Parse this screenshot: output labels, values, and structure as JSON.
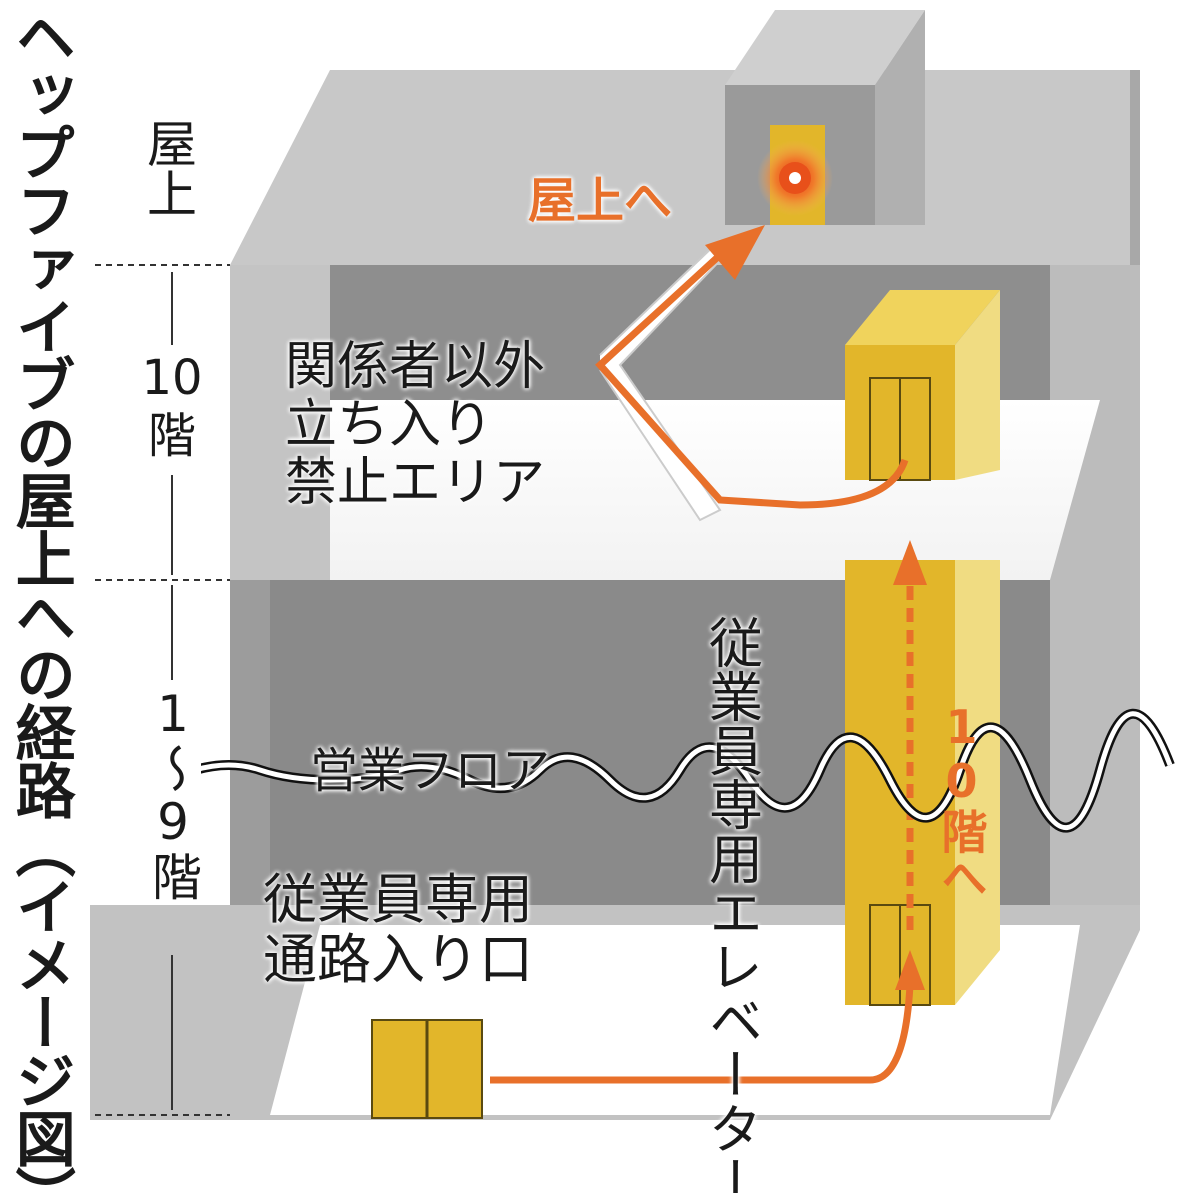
{
  "title": "ヘップファイブの屋上への経路（イメージ図）",
  "floors": {
    "rooftop": "屋上",
    "tenth": "10階",
    "lower": "1〜9階"
  },
  "labels": {
    "to_rooftop": "屋上へ",
    "restricted_line1": "関係者以外",
    "restricted_line2": "立ち入り",
    "restricted_line3": "禁止エリア",
    "sales_floor": "営業フロア",
    "staff_entrance_line1": "従業員専用",
    "staff_entrance_line2": "通路入り口",
    "staff_elevator_line1": "従業員専用",
    "staff_elevator_line2": "エレベーター",
    "to_tenth": "10階へ"
  },
  "colors": {
    "route": "#e8702a",
    "elevator": "#e2b62a",
    "building_dark": "#8c8c8c",
    "building_light": "#bdbdbd"
  }
}
